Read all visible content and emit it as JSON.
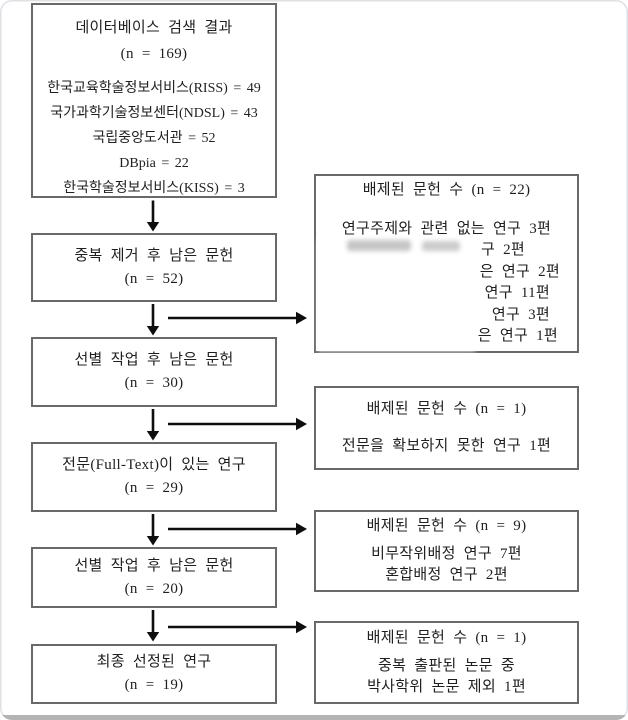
{
  "flow": {
    "left_boxes": [
      {
        "name": "database-search-results",
        "lines": [
          "데이터베이스 검색 결과",
          "(n = 169)"
        ],
        "details": [
          "한국교육학술정보서비스(RISS) = 49",
          "국가과학기술정보센터(NDSL) = 43",
          "국립중앙도서관 = 52",
          "DBpia = 22",
          "한국학술정보서비스(KISS) = 3"
        ]
      },
      {
        "name": "after-duplicate-removal",
        "lines": [
          "중복 제거 후 남은 문헌",
          "(n = 52)"
        ]
      },
      {
        "name": "after-screening-1",
        "lines": [
          "선별 작업 후 남은 문헌",
          "(n = 30)"
        ]
      },
      {
        "name": "full-text-available",
        "lines": [
          "전문(Full-Text)이 있는 연구",
          "(n = 29)"
        ]
      },
      {
        "name": "after-screening-2",
        "lines": [
          "선별 작업 후 남은 문헌",
          "(n = 20)"
        ]
      },
      {
        "name": "final-selected",
        "lines": [
          "최종 선정된 연구",
          "(n = 19)"
        ]
      }
    ],
    "right_boxes": [
      {
        "name": "excluded-n22",
        "title": "배제된 문헌 수 (n = 22)",
        "lines": [
          "연구주제와 관련 없는 연구 3편"
        ],
        "has_blur_patch": true,
        "redacted_fragments": [
          "구 2편",
          "은 연구 2편",
          "연구 11편",
          "연구 3편",
          "은 연구 1편"
        ]
      },
      {
        "name": "excluded-n1-fulltext",
        "title": "배제된 문헌 수 (n = 1)",
        "lines": [
          "전문을 확보하지 못한 연구 1편"
        ]
      },
      {
        "name": "excluded-n9",
        "title": "배제된 문헌 수 (n = 9)",
        "lines": [
          "비무작위배정 연구 7편",
          "혼합배정 연구 2편"
        ]
      },
      {
        "name": "excluded-n1-duplicate",
        "title": "배제된 문헌 수 (n = 1)",
        "lines": [
          "중복 출판된 논문 중",
          "박사학위 논문 제외 1편"
        ]
      }
    ]
  },
  "colors": {
    "box_border": "#696969",
    "arrow": "#0e0e0e",
    "text": "#1f1f1f",
    "bottom_bar": "#b4b4b4"
  }
}
